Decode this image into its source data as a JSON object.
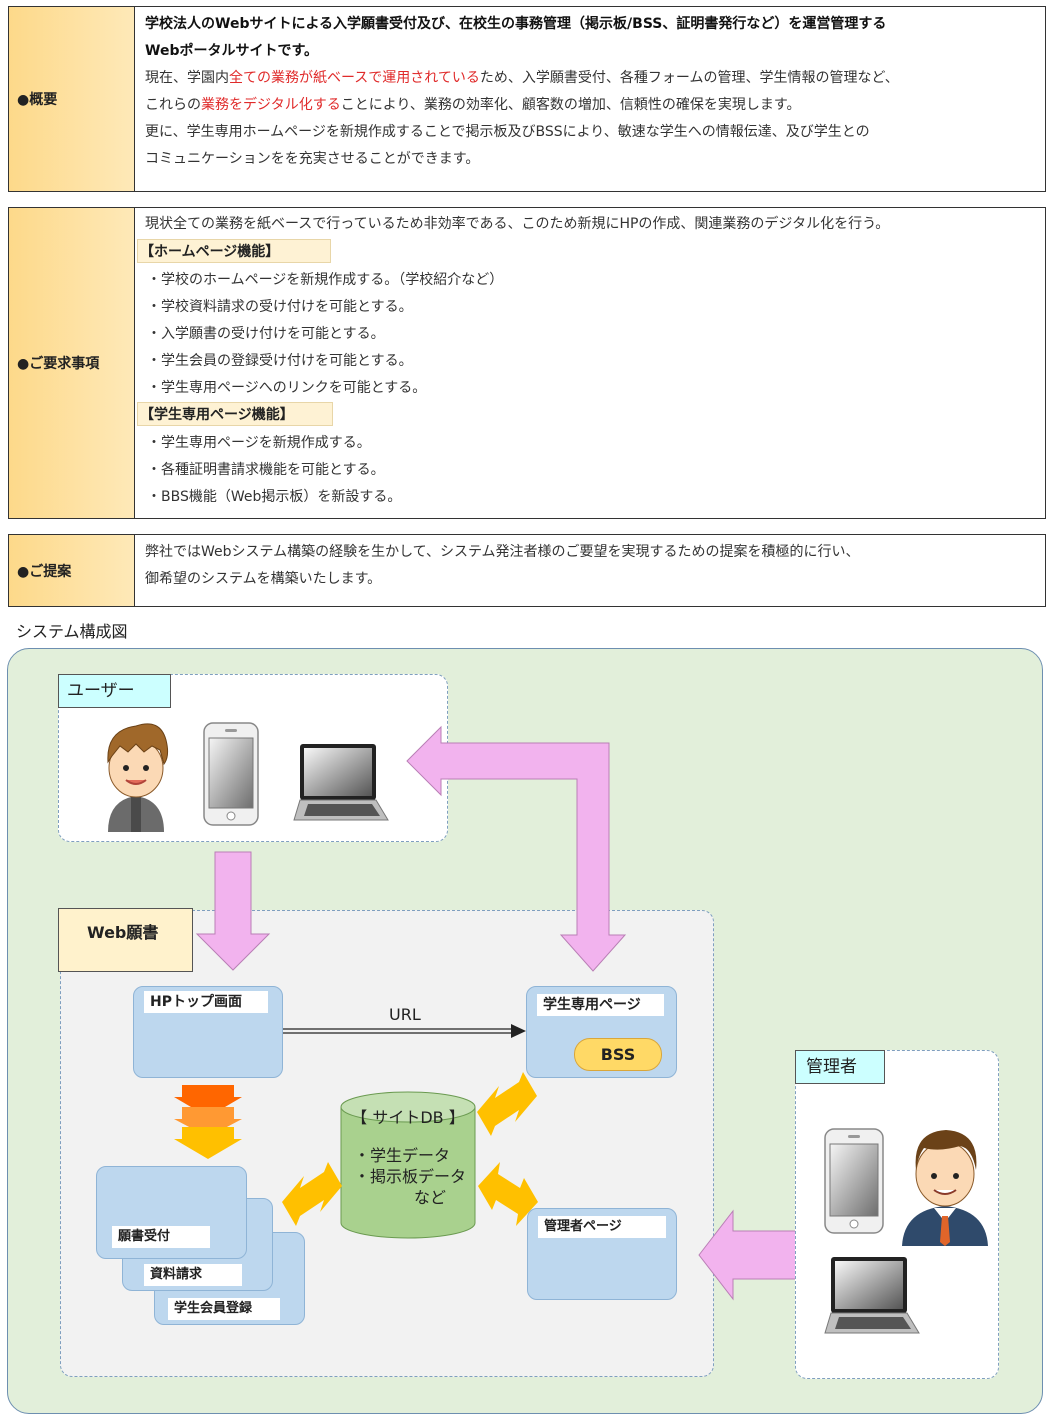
{
  "overview": {
    "label": "●概要",
    "bold_lines": [
      "学校法人のWebサイトによる入学願書受付及び、在校生の事務管理（掲示板/BSS、証明書発行など）を運営管理する",
      "Webポータルサイトです。"
    ],
    "line3_a": "現在、学園内",
    "line3_red": "全ての業務が紙ベースで運用されている",
    "line3_b": "ため、入学願書受付、各種フォームの管理、学生情報の管理など、",
    "line4_a": "これらの",
    "line4_red": "業務をデジタル化する",
    "line4_b": "ことにより、業務の効率化、顧客数の増加、信頼性の確保を実現します。",
    "line5": "更に、学生専用ホームページを新規作成することで掲示板及びBSSにより、敏速な学生への情報伝達、及び学生との",
    "line6": "コミュニケーションをを充実させることができます。"
  },
  "requirements": {
    "label": "●ご要求事項",
    "intro": "現状全ての業務を紙ベースで行っているため非効率である、このため新規にHPの作成、関連業務のデジタル化を行う。",
    "hp_heading": "【ホームページ機能】",
    "hp_items": [
      "・学校のホームページを新規作成する。（学校紹介など）",
      "・学校資料請求の受け付けを可能とする。",
      "・入学願書の受け付けを可能とする。",
      "・学生会員の登録受け付けを可能とする。",
      "・学生専用ページへのリンクを可能とする。"
    ],
    "student_heading": "【学生専用ページ機能】",
    "student_items": [
      "・学生専用ページを新規作成する。",
      "・各種証明書請求機能を可能とする。",
      "・BBS機能（Web掲示板）を新設する。"
    ]
  },
  "proposal": {
    "label": "●ご提案",
    "lines": [
      "弊社ではWebシステム構築の経験を生かして、システム発注者様のご要望を実現するための提案を積極的に行い、",
      "御希望のシステムを構築いたします。"
    ]
  },
  "diagram": {
    "title": "システム構成図",
    "user_tag": "ユーザー",
    "web_tag": "Web願書",
    "admin_tag": "管理者",
    "hp_top": "HPトップ画面",
    "student_page": "学生専用ページ",
    "bss": "BSS",
    "url": "URL",
    "db_title": "【 サイトDB 】",
    "db_lines": [
      "・学生データ",
      "・掲示板データ",
      "など"
    ],
    "admin_page": "管理者ページ",
    "stack": [
      "願書受付",
      "資料請求",
      "学生会員登録"
    ],
    "colors": {
      "pink_arrow": "#f2b3ee",
      "orange_arrow": "#ffc000",
      "card_blue": "#bdd7ee",
      "db_green": "#a9d18e",
      "tag_cyan": "#ccffff",
      "bg_green": "#e2efda"
    }
  }
}
